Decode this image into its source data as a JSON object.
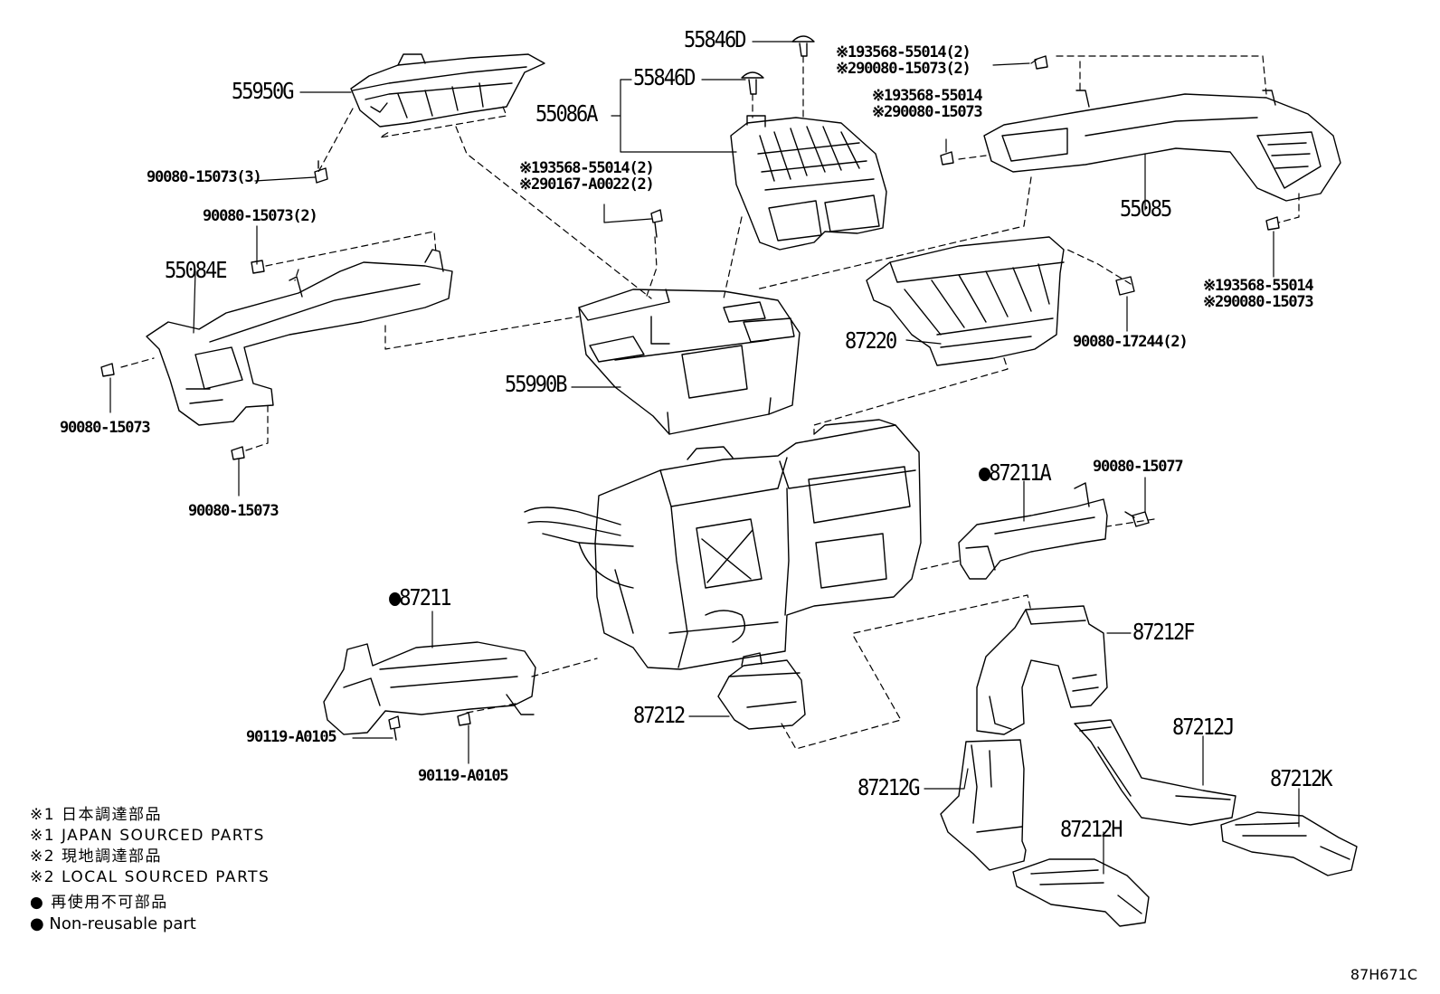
{
  "diagram": {
    "parts": {
      "p55846D_top": "55846D",
      "p55846D": "55846D",
      "p55086A": "55086A",
      "p55950G": "55950G",
      "p55084E": "55084E",
      "p55990B": "55990B",
      "p55085": "55085",
      "p87220": "87220",
      "p87211A": "●87211A",
      "p87211": "●87211",
      "p87212": "87212",
      "p87212F": "87212F",
      "p87212G": "87212G",
      "p87212H": "87212H",
      "p87212J": "87212J",
      "p87212K": "87212K"
    },
    "fasteners": {
      "f1_a": "※193568-55014(2)",
      "f1_b": "※290080-15073(2)",
      "f2_a": "※193568-55014",
      "f2_b": "※290080-15073",
      "f3_a": "※193568-55014(2)",
      "f3_b": "※290167-A0022(2)",
      "f4": "90080-15073(3)",
      "f5": "90080-15073(2)",
      "f6": "90080-15073",
      "f7": "90080-15073",
      "f8": "90080-17244(2)",
      "f9_a": "※193568-55014",
      "f9_b": "※290080-15073",
      "f10": "90080-15077",
      "f11": "90119-A0105",
      "f12": "90119-A0105"
    },
    "legend": [
      "※1 日本調達部品",
      "※1 JAPAN SOURCED PARTS",
      "※2 現地調達部品",
      "※2 LOCAL SOURCED PARTS",
      "● 再使用不可部品",
      "● Non-reusable part"
    ],
    "drawing_code": "87H671C"
  }
}
